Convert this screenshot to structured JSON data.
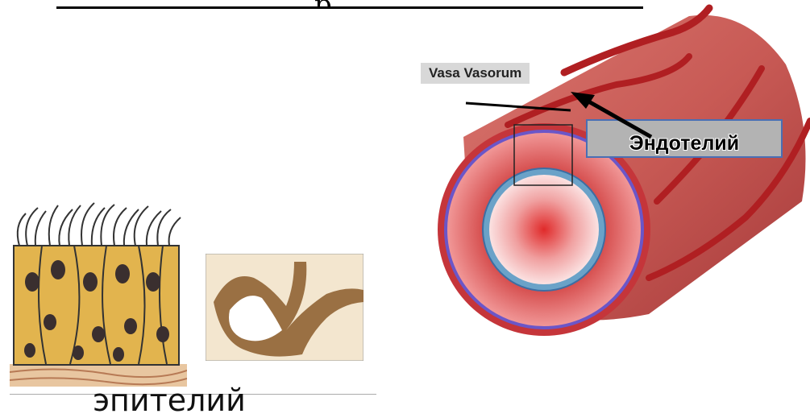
{
  "title": {
    "partial": "р"
  },
  "labels": {
    "vasa_vasorum": "Vasa Vasorum",
    "endothelium": "Эндотелий"
  },
  "caption": "эпителий",
  "colors": {
    "vessel_wall": "#c8404a",
    "inner_layer": "#7d5fc6",
    "endothelium_ring": "#6aa2c8",
    "epithelium": "#e2b44e",
    "label_box_border": "#4a6fb4"
  }
}
